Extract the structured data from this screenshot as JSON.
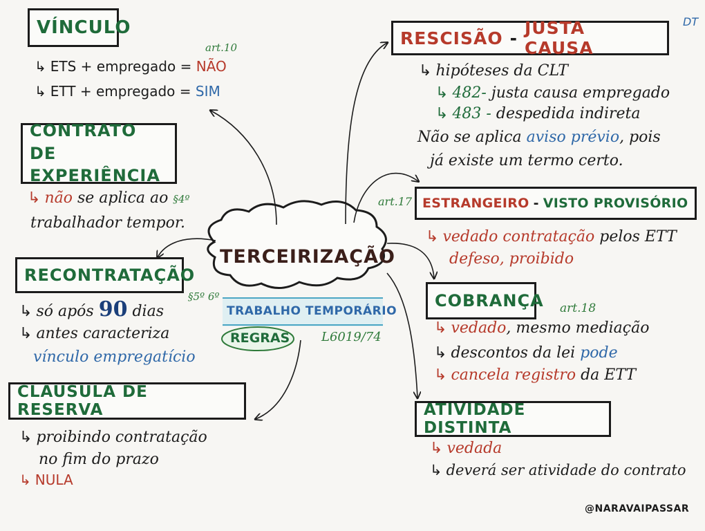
{
  "center": {
    "title": "TERCEIRIZAÇÃO"
  },
  "subtitle": {
    "line1": "TRABALHO TEMPORÁRIO",
    "regras": "REGRAS",
    "law": "L6019/74"
  },
  "corner_tag": "DT",
  "watermark": "@NARAVAIPASSAR",
  "arrow_glyph": "↳",
  "vinculo": {
    "title": "VÍNCULO",
    "ref": "art.10",
    "line1_pre": "ETS + empregado =",
    "line1_val": "NÃO",
    "line2_pre": "ETT + empregado =",
    "line2_val": "SIM"
  },
  "experiencia": {
    "title1": "CONTRATO",
    "title2": "DE EXPERIÊNCIA",
    "line1_red": "não",
    "line1_rest": "se aplica ao",
    "ref": "§4º",
    "line2": "trabalhador tempor."
  },
  "recontratacao": {
    "title": "RECONTRATAÇÃO",
    "ref": "§5º 6º",
    "line1_pre": "só após",
    "line1_num": "90",
    "line1_post": "dias",
    "line2": "antes caracteriza",
    "line3": "vínculo empregatício"
  },
  "reserva": {
    "title": "CLAUSULA DE RESERVA",
    "line1": "proibindo contratação",
    "line2": "no fim do prazo",
    "line3": "NULA"
  },
  "rescisao": {
    "title_a": "RESCISÃO",
    "title_sep": "-",
    "title_b": "JUSTA CAUSA",
    "line1": "hipóteses da CLT",
    "line2_num": "482-",
    "line2_text": "justa causa empregado",
    "line3_num": "483 -",
    "line3_text": "despedida indireta",
    "line4_pre": "Não se aplica",
    "line4_blue": "aviso prévio",
    "line4_post": ", pois",
    "line5": "já existe um termo certo."
  },
  "estrangeiro": {
    "ref": "art.17",
    "title_a": "ESTRANGEIRO",
    "title_sep": "-",
    "title_b": "VISTO PROVISÓRIO",
    "line1_red": "vedado contratação",
    "line1_rest": "pelos ETT",
    "line2": "defeso, proibido"
  },
  "cobranca": {
    "title": "COBRANÇA",
    "ref": "art.18",
    "line1_red": "vedado",
    "line1_rest": ", mesmo mediação",
    "line2_pre": "descontos da lei",
    "line2_blue": "pode",
    "line3_red": "cancela registro",
    "line3_rest": "da ETT"
  },
  "atividade": {
    "title": "ATIVIDADE DISTINTA",
    "line1": "vedada",
    "line2": "deverá ser atividade do contrato"
  },
  "colors": {
    "green": "#1f6b3a",
    "red": "#b63a2b",
    "blue": "#2f68a8",
    "ink": "#1c1c1c"
  }
}
